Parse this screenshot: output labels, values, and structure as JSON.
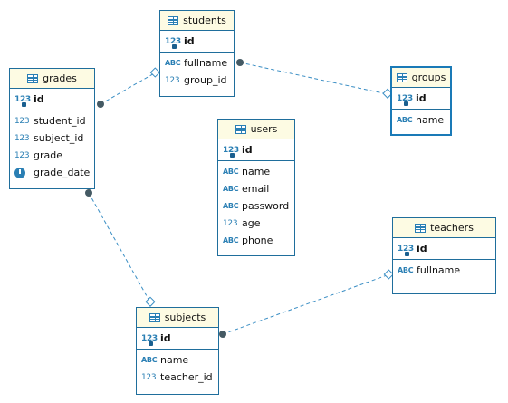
{
  "colors": {
    "border": "#1f6e9c",
    "header_bg": "#fdfbe3",
    "link": "#3a8ec4"
  },
  "entities": {
    "students": {
      "title": "students",
      "pk": "id",
      "cols": [
        "fullname",
        "group_id"
      ],
      "types": [
        "ABC",
        "123"
      ]
    },
    "groups": {
      "title": "groups",
      "pk": "id",
      "cols": [
        "name"
      ],
      "types": [
        "ABC"
      ]
    },
    "grades": {
      "title": "grades",
      "pk": "id",
      "cols": [
        "student_id",
        "subject_id",
        "grade",
        "grade_date"
      ],
      "types": [
        "123",
        "123",
        "123",
        "clock"
      ]
    },
    "users": {
      "title": "users",
      "pk": "id",
      "cols": [
        "name",
        "email",
        "password",
        "age",
        "phone"
      ],
      "types": [
        "ABC",
        "ABC",
        "ABC",
        "123",
        "ABC"
      ]
    },
    "teachers": {
      "title": "teachers",
      "pk": "id",
      "cols": [
        "fullname"
      ],
      "types": [
        "ABC"
      ]
    },
    "subjects": {
      "title": "subjects",
      "pk": "id",
      "cols": [
        "name",
        "teacher_id"
      ],
      "types": [
        "ABC",
        "123"
      ]
    }
  },
  "icons": {
    "num": "123",
    "str": "ABC",
    "date": "clock-icon",
    "table": "table-icon"
  },
  "relations": [
    {
      "from": "students.group_id",
      "to": "groups.id"
    },
    {
      "from": "grades.student_id",
      "to": "students.id"
    },
    {
      "from": "grades.subject_id",
      "to": "subjects.id"
    },
    {
      "from": "subjects.teacher_id",
      "to": "teachers.id"
    }
  ]
}
